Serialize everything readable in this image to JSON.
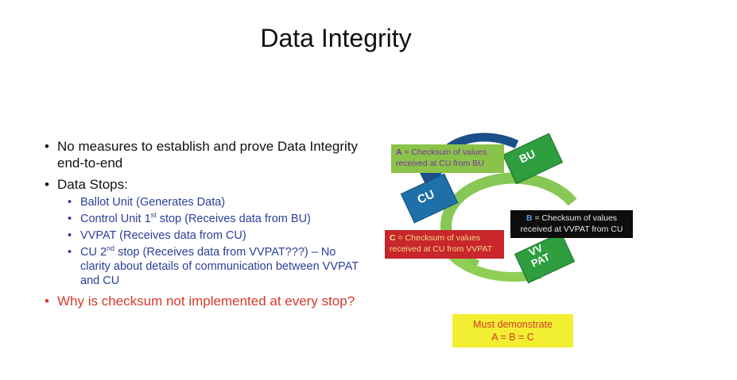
{
  "slide": {
    "title": "Data Integrity",
    "bullet1": "No measures to establish and prove Data Integrity end-to-end",
    "bullet2": "Data Stops:",
    "sub1": "Ballot Unit (Generates Data)",
    "sub2_pre": "Control Unit 1",
    "sub2_sup": "st",
    "sub2_post": " stop (Receives data from BU)",
    "sub3": "VVPAT (Receives data from CU)",
    "sub4_pre": "CU 2",
    "sub4_sup": "nd",
    "sub4_post": " stop (Receives data from VVPAT???) – No clarity about details of communication between VVPAT and CU",
    "bullet3": "Why is checksum not implemented at every stop?"
  },
  "diagram": {
    "nodes": {
      "bu": "BU",
      "cu": "CU",
      "vvpat_line1": "VV",
      "vvpat_line2": "PAT"
    },
    "box_a_letter": "A",
    "box_a_text": " = Checksum of values received at CU from BU",
    "box_b_letter": "B",
    "box_b_text": " = Checksum of values received at VVPAT from CU",
    "box_c_letter": "C",
    "box_c_text": " = Checksum of values received at CU from VVPAT",
    "must_line1": "Must demonstrate",
    "must_line2": "A = B = C"
  },
  "colors": {
    "node_green": "#2e9e3e",
    "node_blue": "#1f6fa8",
    "arrow_green": "#7ac143",
    "arrow_blue": "#1a4f8a"
  }
}
